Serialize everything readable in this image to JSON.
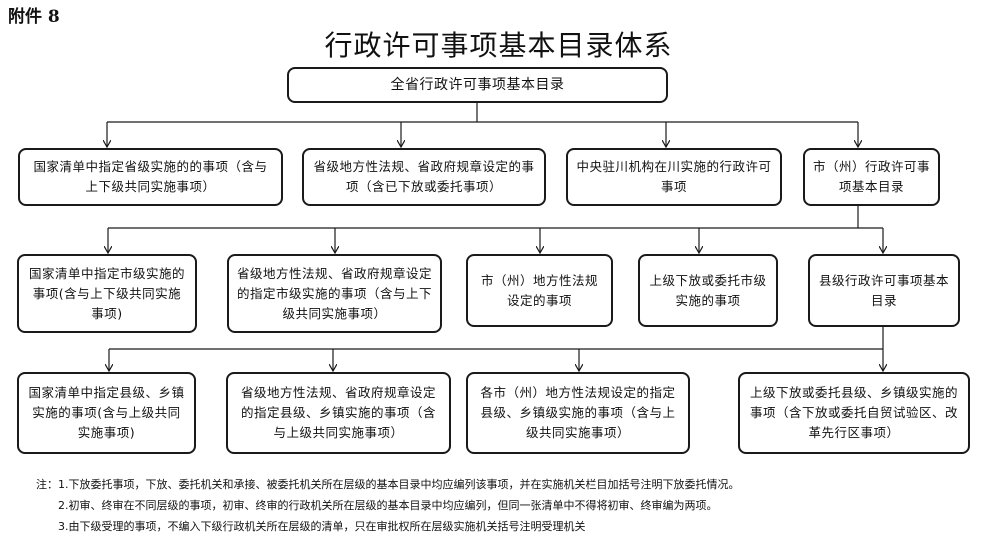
{
  "attachment_label": "附件 8",
  "title": "行政许可事项基本目录体系",
  "root": "全省行政许可事项基本目录",
  "level1": [
    "国家清单中指定省级实施的的事项（含与上下级共同实施事项）",
    "省级地方性法规、省政府规章设定的事项（含已下放或委托事项）",
    "中央驻川机构在川实施的行政许可事项",
    "市（州）行政许可事项基本目录"
  ],
  "level2": [
    "国家清单中指定市级实施的事项(含与上下级共同实施事项)",
    "省级地方性法规、省政府规章设定的指定市级实施的事项（含与上下级共同实施事项）",
    "市（州）地方性法规设定的事项",
    "上级下放或委托市级实施的事项",
    "县级行政许可事项基本目录"
  ],
  "level3": [
    "国家清单中指定县级、乡镇实施的事项(含与上级共同实施事项)",
    "省级地方性法规、省政府规章设定的指定县级、乡镇实施的事项（含与上级共同实施事项）",
    "各市（州）地方性法规设定的指定县级、乡镇级实施的事项（含与上级共同实施事项）",
    "上级下放或委托县级、乡镇级实施的事项（含下放或委托自贸试验区、改革先行区事项）"
  ],
  "notes": [
    "注：1.下放委托事项，下放、委托机关和承接、被委托机关所在层级的基本目录中均应编列该事项，并在实施机关栏目加括号注明下放委托情况。",
    "2.初审、终审在不同层级的事项，初审、终审的行政机关所在层级的基本目录中均应编列，但同一张清单中不得将初审、终审编为两项。",
    "3.由下级受理的事项，不编入下级行政机关所在层级的清单，只在审批权所在层级实施机关括号注明受理机关"
  ]
}
